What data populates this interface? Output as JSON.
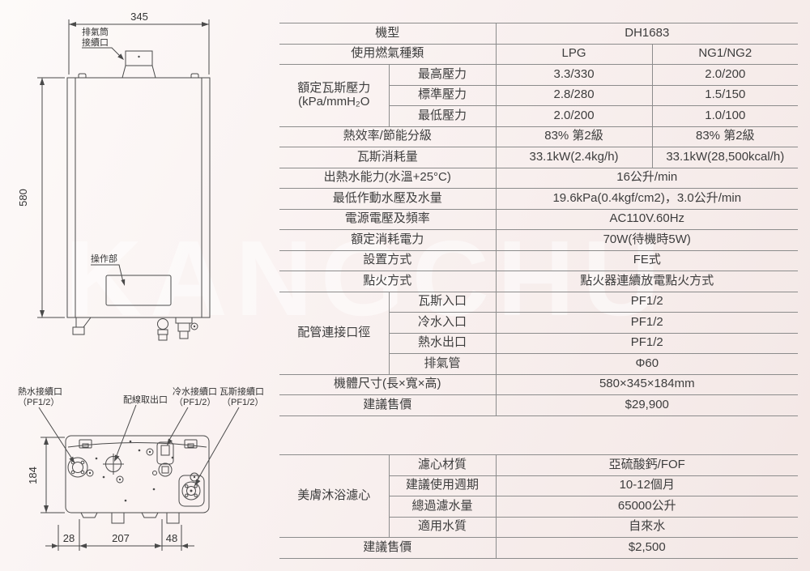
{
  "watermark": "KANGCHU",
  "diagram": {
    "front_view": {
      "width_dim": "345",
      "height_dim": "580",
      "exhaust_label_line1": "排氣筒",
      "exhaust_label_line2": "接續口",
      "panel_label": "操作部"
    },
    "bottom_view": {
      "height_dim": "184",
      "dim_left": "28",
      "dim_mid": "207",
      "dim_right": "48",
      "hot_water_label_line1": "熱水接續口",
      "hot_water_label_line2": "（PF1/2）",
      "wiring_label": "配線取出口",
      "cold_water_label_line1": "冷水接續口",
      "cold_water_label_line2": "（PF1/2）",
      "gas_label_line1": "瓦斯接續口",
      "gas_label_line2": "（PF1/2）"
    }
  },
  "spec_table": {
    "model_label": "機型",
    "model_value": "DH1683",
    "gas_type_label": "使用燃氣種類",
    "gas_type_lpg": "LPG",
    "gas_type_ng": "NG1/NG2",
    "pressure_group_label": "額定瓦斯壓力\n(kPa/mmH₂O",
    "pressure_rows": [
      {
        "label": "最高壓力",
        "lpg": "3.3/330",
        "ng": "2.0/200"
      },
      {
        "label": "標準壓力",
        "lpg": "2.8/280",
        "ng": "1.5/150"
      },
      {
        "label": "最低壓力",
        "lpg": "2.0/200",
        "ng": "1.0/100"
      }
    ],
    "efficiency_label": "熱效率/節能分級",
    "efficiency_lpg": "83% 第2級",
    "efficiency_ng": "83% 第2級",
    "consumption_label": "瓦斯消耗量",
    "consumption_lpg": "33.1kW(2.4kg/h)",
    "consumption_ng": "33.1kW(28,500kcal/h)",
    "single_rows": [
      {
        "label": "出熱水能力(水溫+25°C)",
        "value": "16公升/min"
      },
      {
        "label": "最低作動水壓及水量",
        "value": "19.6kPa(0.4kgf/cm2)，3.0公升/min"
      },
      {
        "label": "電源電壓及頻率",
        "value": "AC110V.60Hz"
      },
      {
        "label": "額定消耗電力",
        "value": "70W(待機時5W)"
      },
      {
        "label": "設置方式",
        "value": "FE式"
      },
      {
        "label": "點火方式",
        "value": "點火器連續放電點火方式"
      }
    ],
    "piping_group_label": "配管連接口徑",
    "piping_rows": [
      {
        "label": "瓦斯入口",
        "value": "PF1/2"
      },
      {
        "label": "冷水入口",
        "value": "PF1/2"
      },
      {
        "label": "熱水出口",
        "value": "PF1/2"
      },
      {
        "label": "排氣管",
        "value": "Φ60"
      }
    ],
    "dimension_label": "機體尺寸(長×寬×高)",
    "dimension_value": "580×345×184mm",
    "price_label": "建議售價",
    "price_value": "$29,900"
  },
  "filter_table": {
    "group_label": "美膚沐浴濾心",
    "rows": [
      {
        "label": "濾心材質",
        "value": "亞硫酸鈣/FOF"
      },
      {
        "label": "建議使用週期",
        "value": "10-12個月"
      },
      {
        "label": "總過濾水量",
        "value": "65000公升"
      },
      {
        "label": "適用水質",
        "value": "自來水"
      }
    ],
    "price_label": "建議售價",
    "price_value": "$2,500"
  }
}
